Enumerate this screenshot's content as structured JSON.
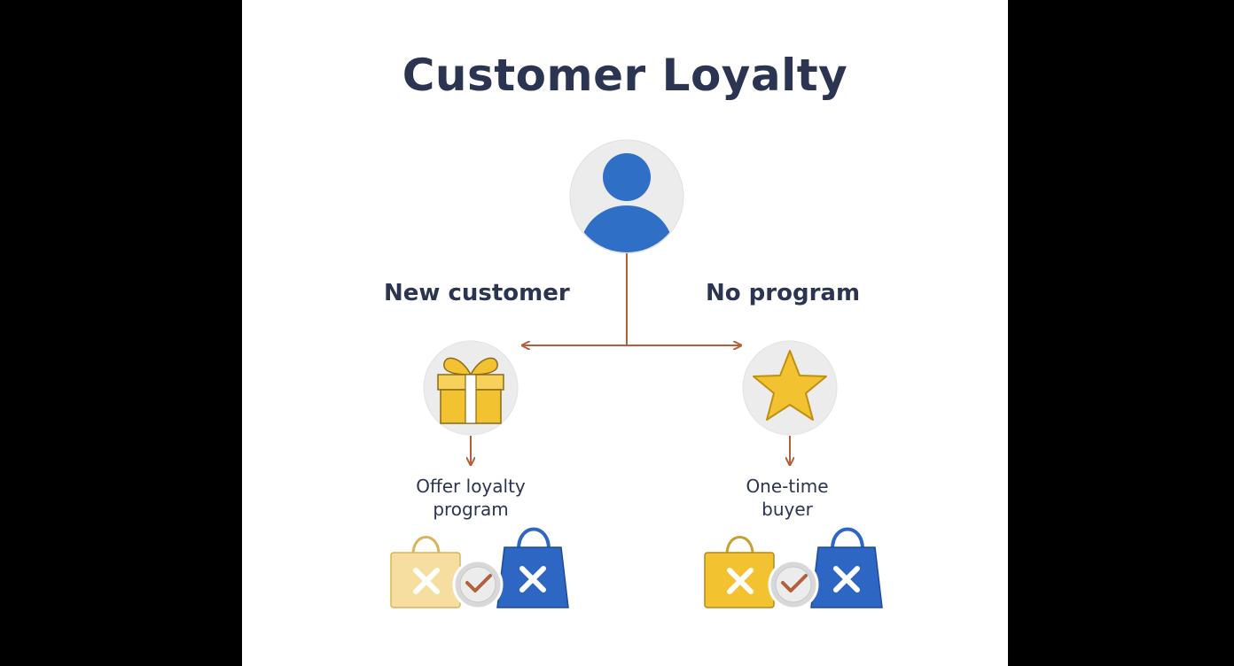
{
  "title": "Customer Loyalty",
  "root": {
    "icon": "person-icon"
  },
  "branches": [
    {
      "label": "New customer",
      "icon": "gift-icon",
      "outcome": [
        "Offer loyalty",
        "program"
      ],
      "bags": [
        "bag-x-icon",
        "check-badge-icon",
        "bag-x-icon"
      ]
    },
    {
      "label": "No program",
      "icon": "star-icon",
      "outcome": [
        "One-time",
        "buyer"
      ],
      "bags": [
        "bag-x-icon",
        "check-badge-icon",
        "bag-x-icon"
      ]
    }
  ],
  "colors": {
    "title": "#2b3450",
    "accent_blue": "#2f6fc6",
    "arrow": "#b0613b",
    "gold": "#f2c230",
    "circle_bg": "#ececec",
    "bag_blue": "#2d66c3"
  }
}
